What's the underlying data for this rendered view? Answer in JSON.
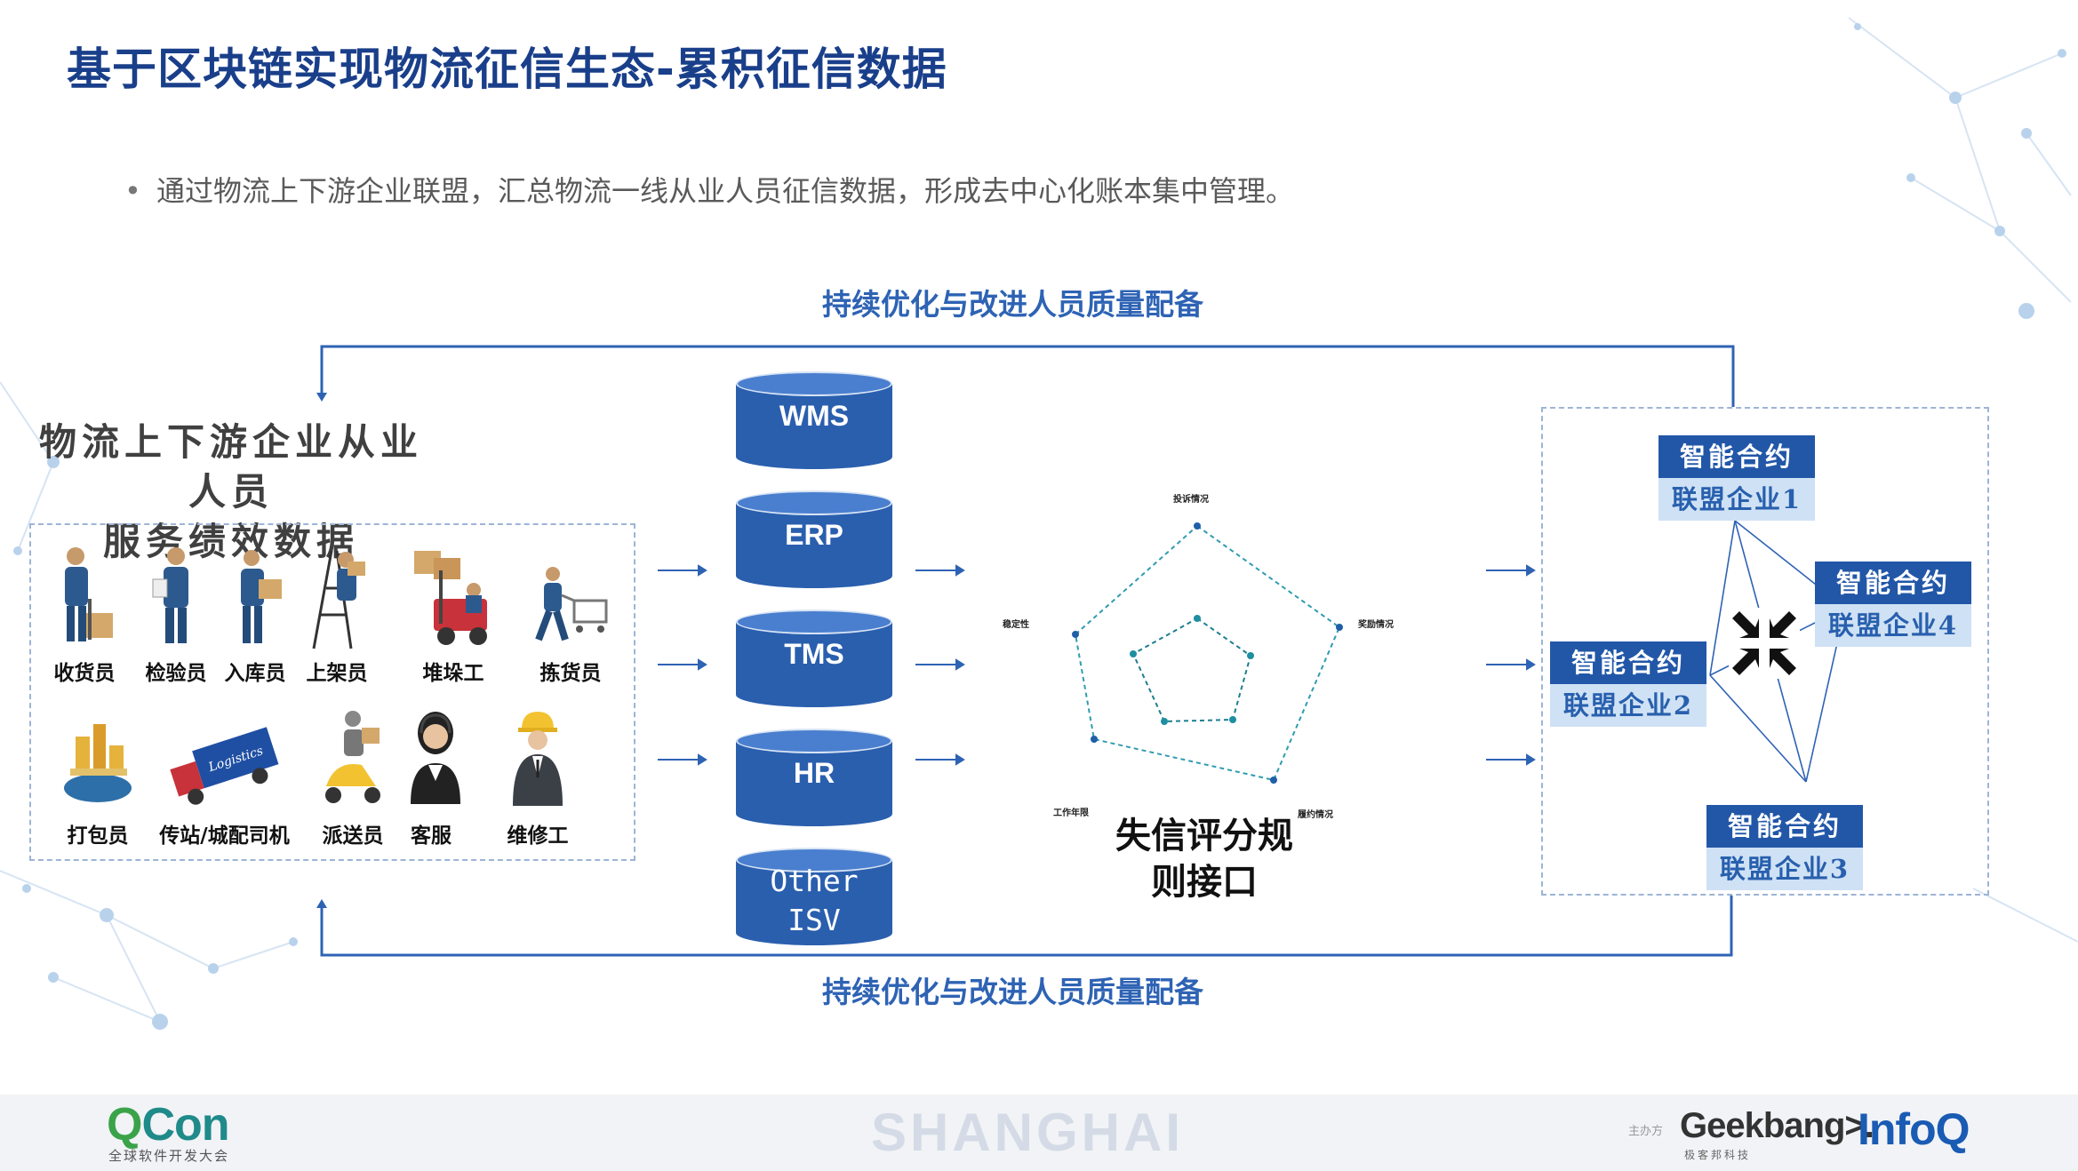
{
  "slide": {
    "title": "基于区块链实现物流征信生态-累积征信数据",
    "bullet_marker": "•",
    "bullet_text": "通过物流上下游企业联盟，汇总物流一线从业人员征信数据，形成去中心化账本集中管理。"
  },
  "loop": {
    "top_label": "持续优化与改进人员质量配备",
    "bottom_label": "持续优化与改进人员质量配备"
  },
  "staff": {
    "heading_line1": "物流上下游企业从业人员",
    "heading_line2": "服务绩效数据",
    "row1": [
      {
        "label": "收货员",
        "icon": "receiver-worker-icon"
      },
      {
        "label": "检验员",
        "icon": "inspector-worker-icon"
      },
      {
        "label": "入库员",
        "icon": "warehousing-worker-icon"
      },
      {
        "label": "上架员",
        "icon": "shelving-worker-icon"
      },
      {
        "label": "堆垛工",
        "icon": "stacker-forklift-icon"
      },
      {
        "label": "拣货员",
        "icon": "picker-cart-icon"
      }
    ],
    "row2": [
      {
        "label": "打包员",
        "icon": "packer-conveyor-icon"
      },
      {
        "label": "传站/城配司机",
        "icon": "logistics-truck-icon"
      },
      {
        "label": "派送员",
        "icon": "delivery-scooter-icon"
      },
      {
        "label": "客服",
        "icon": "customer-service-icon"
      },
      {
        "label": "维修工",
        "icon": "repair-worker-icon"
      }
    ],
    "truck_text": "Logistics"
  },
  "systems": [
    {
      "line1": "WMS",
      "line2": ""
    },
    {
      "line1": "ERP",
      "line2": ""
    },
    {
      "line1": "TMS",
      "line2": ""
    },
    {
      "line1": "HR",
      "line2": ""
    },
    {
      "line1": "Other",
      "line2": "ISV"
    }
  ],
  "radar": {
    "axis_labels": [
      "投诉情况",
      "奖励情况",
      "履约情况",
      "工作年限",
      "稳定性"
    ],
    "title_line1": "失信评分规",
    "title_line2": "则接口"
  },
  "alliance": {
    "contracts": [
      {
        "top": "智能合约",
        "bottom": "联盟企业1"
      },
      {
        "top": "智能合约",
        "bottom": "联盟企业2"
      },
      {
        "top": "智能合约",
        "bottom": "联盟企业3"
      },
      {
        "top": "智能合约",
        "bottom": "联盟企业4"
      }
    ],
    "center_icon": "converge-arrows-icon"
  },
  "footer": {
    "qcon_q": "Q",
    "qcon_rest": "Con",
    "qcon_sub": "全球软件开发大会",
    "city": "SHANGHAI",
    "host": "主办方",
    "geekbang": "Geekbang>.",
    "geekbang_sub": "极客邦科技",
    "infoq": "InfoQ"
  },
  "colors": {
    "title": "#1a3f8a",
    "accent": "#2e63b4",
    "database": "#2a5fae",
    "contract_top": "#2257a8",
    "contract_bottom": "#cfe1f4"
  }
}
